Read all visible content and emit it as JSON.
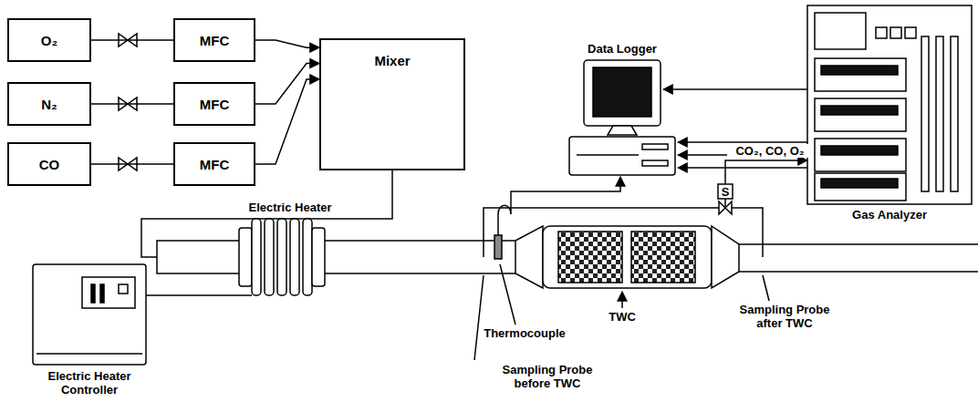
{
  "diagram": {
    "nodes": [
      {
        "text": [
          "O₂"
        ]
      },
      {
        "text": [
          "N₂"
        ]
      },
      {
        "text": [
          "CO"
        ]
      },
      {
        "text": [
          "MFC"
        ]
      },
      {
        "text": [
          "MFC"
        ]
      },
      {
        "text": [
          "MFC"
        ]
      },
      {
        "text": [
          "Mixer"
        ]
      }
    ],
    "edges": [
      {
        "from": 0,
        "to": 3,
        "arrow": "none"
      },
      {
        "from": 1,
        "to": 4,
        "arrow": "none"
      },
      {
        "from": 2,
        "to": 5,
        "arrow": "none"
      },
      {
        "from": 3,
        "to": 6,
        "arrow": "to"
      },
      {
        "from": 4,
        "to": 6,
        "arrow": "to"
      },
      {
        "from": 5,
        "to": 6,
        "arrow": "to"
      }
    ],
    "labels": [
      "Data Logger",
      "CO₂, CO, O₂",
      "S",
      "Gas Analyzer",
      "Electric Heater",
      "TWC",
      "Thermocouple",
      "Sampling Probe after TWC",
      "Sampling Probe before TWC",
      "Electric Heater Controller"
    ]
  }
}
